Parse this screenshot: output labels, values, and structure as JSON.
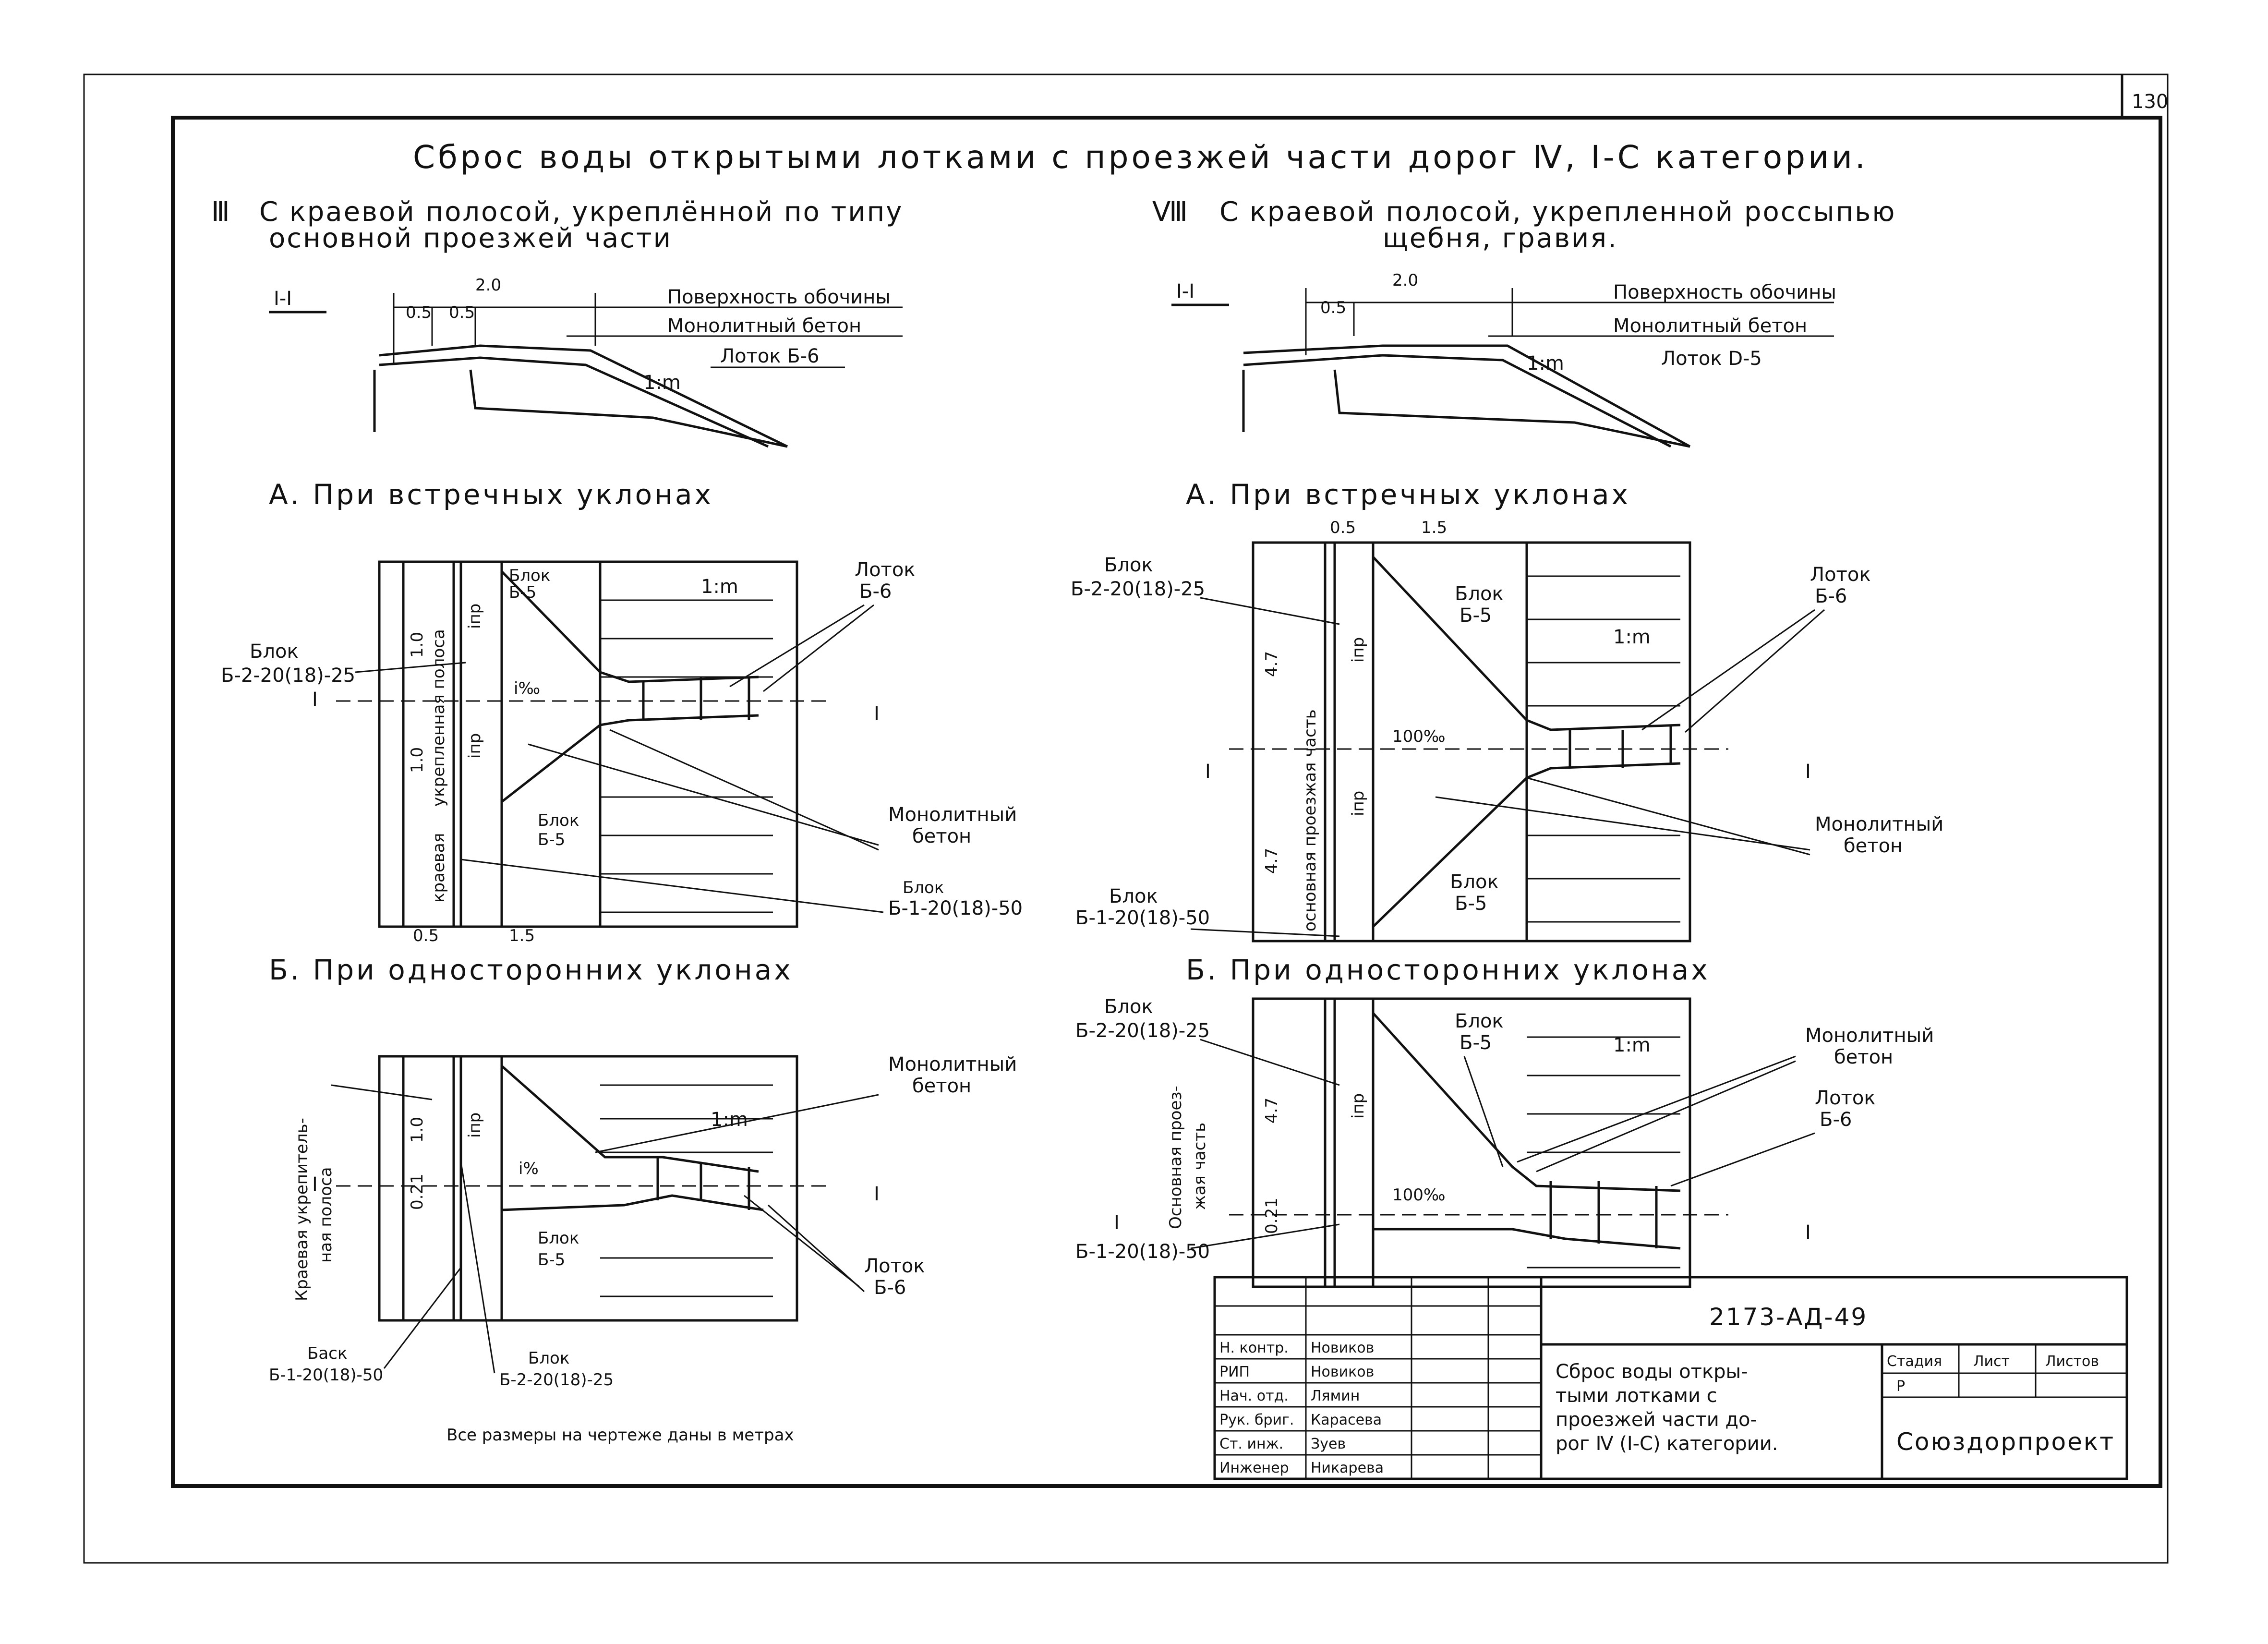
{
  "sheet_number": "130",
  "title": "Сброс воды открытыми лотками с проезжей части дорог Ⅳ, Ⅰ-С категории.",
  "variant_left": {
    "numeral": "Ⅲ",
    "line1": "С краевой полосой, укреплённой по типу",
    "line2": "основной проезжей части"
  },
  "variant_right": {
    "numeral": "Ⅷ",
    "line1": "С краевой полосой, укрепленной россыпью",
    "line2": "щебня, гравия."
  },
  "section_mark": "I-I",
  "section_end": "I",
  "slope": "1:m",
  "slope_pct": "i‰",
  "slope_i": "i%",
  "slope_100": "100‰",
  "inp": "iпр",
  "dims": {
    "d20": "2.0",
    "d05": "0.5",
    "d15": "1.5",
    "d10": "1.0",
    "d47": "4.7",
    "d021": "0.21"
  },
  "labels": {
    "surface": "Поверхность обочины",
    "concrete": "Монолитный бетон",
    "tray_b6": "Лоток Б-6",
    "tray_d5": "Лоток D-5",
    "tray_word": "Лоток",
    "b6": "Б-6",
    "block_word": "Блок",
    "block_word_alt": "Баск",
    "b5": "Б-5",
    "b2": "Б-2-20(18)-25",
    "b1": "Б-1-20(18)-50",
    "mono_1": "Монолитный",
    "mono_2": "бетон",
    "edge_strip": "краевая",
    "edge_strip2": "укрепленная полоса",
    "main_part": "основная проезжая часть",
    "edge_reinf_1": "Краевая укрепитель-",
    "edge_reinf_2": "ная полоса",
    "main_prov_1": "Основная проез-",
    "main_prov_2": "жая часть"
  },
  "captions": {
    "a": "А. При встречных уклонах",
    "b": "Б. При односторонних уклонах"
  },
  "note": "Все размеры на чертеже даны в метрах",
  "stamp": {
    "code": "2173-АД-49",
    "rows": [
      {
        "role": "Н. контр.",
        "name": "Новиков"
      },
      {
        "role": "РИП",
        "name": "Новиков"
      },
      {
        "role": "Нач. отд.",
        "name": "Лямин"
      },
      {
        "role": "Рук. бриг.",
        "name": "Карасева"
      },
      {
        "role": "Ст. инж.",
        "name": "Зуев"
      },
      {
        "role": "Инженер",
        "name": "Никарева"
      }
    ],
    "sheet_title": [
      "Сброс воды откры-",
      "тыми лотками с",
      "проезжей части до-",
      "рог Ⅳ (Ⅰ-С) категории."
    ],
    "stage_label": "Стадия",
    "sheet_label": "Лист",
    "sheets_label": "Листов",
    "stage_value": "Р",
    "org": "Союздорпроект"
  }
}
